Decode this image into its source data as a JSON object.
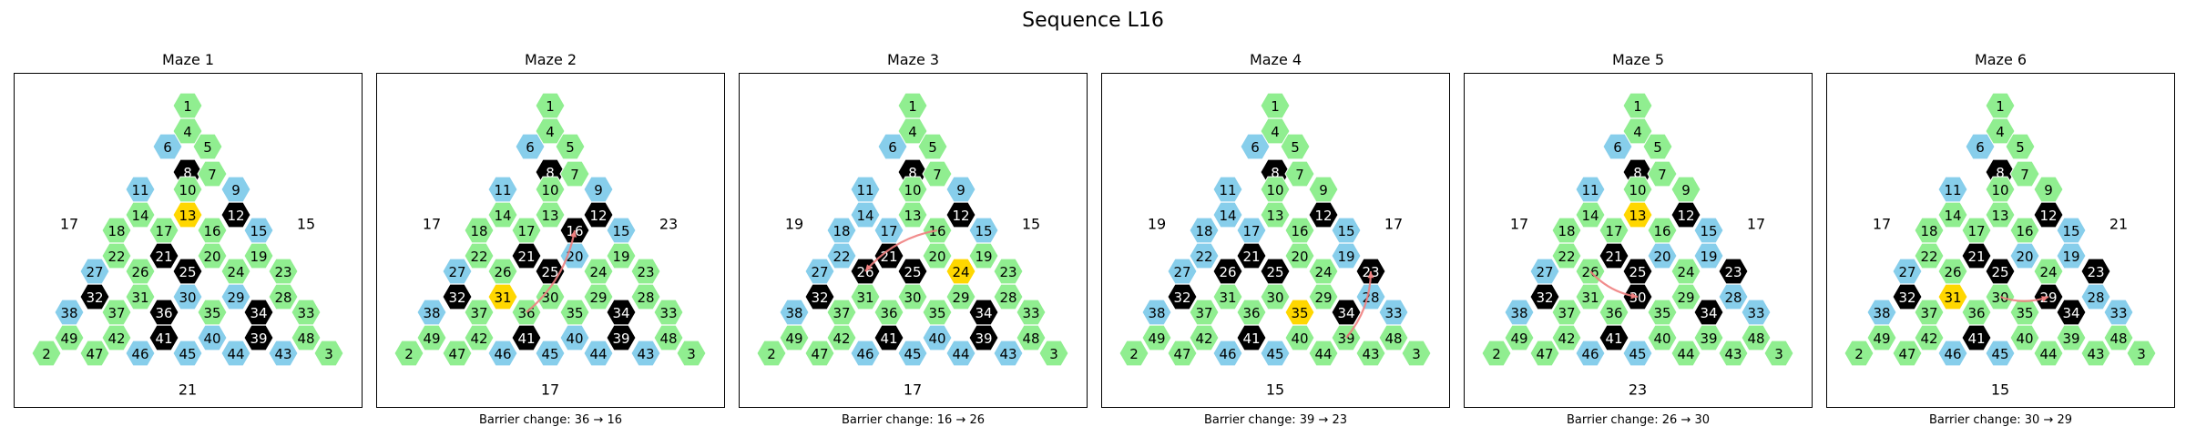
{
  "title": "Sequence L16",
  "colors": {
    "open": "#90ee90",
    "blue": "#87ceeb",
    "barrier": "#000000",
    "highlight": "#ffd700",
    "arrow": "#f08080"
  },
  "mazes": [
    {
      "title": "Maze 1",
      "caption": "",
      "labels": {
        "left": "17",
        "right": "15",
        "bottom": "21"
      },
      "blue": [
        6,
        11,
        9,
        15,
        27,
        38,
        30,
        29,
        46,
        45,
        40,
        44,
        43
      ],
      "black": [
        8,
        12,
        21,
        32,
        25,
        36,
        34,
        41,
        39
      ],
      "yellow": [
        13
      ],
      "arrow": null
    },
    {
      "title": "Maze 2",
      "caption": "Barrier change: 36 → 16",
      "labels": {
        "left": "17",
        "right": "23",
        "bottom": "17"
      },
      "blue": [
        6,
        11,
        9,
        15,
        27,
        38,
        20,
        46,
        45,
        40,
        44,
        43
      ],
      "black": [
        8,
        12,
        16,
        21,
        25,
        32,
        34,
        41,
        39
      ],
      "yellow": [
        31
      ],
      "arrow": {
        "from": 36,
        "to": 16
      }
    },
    {
      "title": "Maze 3",
      "caption": "Barrier change: 16 → 26",
      "labels": {
        "left": "19",
        "right": "15",
        "bottom": "17"
      },
      "blue": [
        6,
        11,
        9,
        14,
        18,
        17,
        15,
        22,
        27,
        38,
        46,
        45,
        40,
        44,
        43
      ],
      "black": [
        8,
        12,
        26,
        21,
        25,
        32,
        34,
        41,
        39
      ],
      "yellow": [
        24
      ],
      "arrow": {
        "from": 16,
        "to": 26
      }
    },
    {
      "title": "Maze 4",
      "caption": "Barrier change: 39 → 23",
      "labels": {
        "left": "19",
        "right": "17",
        "bottom": "15"
      },
      "blue": [
        6,
        11,
        14,
        18,
        17,
        15,
        19,
        22,
        27,
        38,
        28,
        33,
        46,
        45
      ],
      "black": [
        8,
        12,
        26,
        21,
        25,
        23,
        32,
        34,
        41
      ],
      "yellow": [
        35
      ],
      "arrow": {
        "from": 39,
        "to": 23
      }
    },
    {
      "title": "Maze 5",
      "caption": "Barrier change: 26 → 30",
      "labels": {
        "left": "17",
        "right": "17",
        "bottom": "23"
      },
      "blue": [
        6,
        11,
        15,
        19,
        27,
        38,
        20,
        28,
        33,
        46,
        45
      ],
      "black": [
        8,
        12,
        21,
        25,
        23,
        30,
        32,
        34,
        41
      ],
      "yellow": [
        13
      ],
      "arrow": {
        "from": 26,
        "to": 30
      }
    },
    {
      "title": "Maze 6",
      "caption": "Barrier change: 30 → 29",
      "labels": {
        "left": "17",
        "right": "21",
        "bottom": "15"
      },
      "blue": [
        6,
        11,
        15,
        19,
        27,
        38,
        20,
        28,
        33,
        46,
        45
      ],
      "black": [
        8,
        12,
        21,
        25,
        23,
        29,
        32,
        34,
        41
      ],
      "yellow": [
        31
      ],
      "arrow": {
        "from": 30,
        "to": 29
      }
    }
  ],
  "grid_rows": [
    [
      1
    ],
    [
      4
    ],
    [
      6,
      5
    ],
    [
      8,
      7
    ],
    [
      11,
      10,
      9
    ],
    [
      14,
      13,
      12
    ],
    [
      18,
      17,
      16,
      15
    ],
    [
      22,
      20,
      19
    ],
    [
      27,
      26,
      21,
      25,
      24,
      23
    ],
    [
      32,
      31,
      30,
      29,
      28
    ],
    [
      38,
      37,
      36,
      35,
      34,
      33
    ],
    [
      49,
      42,
      41,
      40,
      39,
      48
    ],
    [
      2,
      47,
      46,
      45,
      44,
      43,
      3
    ]
  ]
}
